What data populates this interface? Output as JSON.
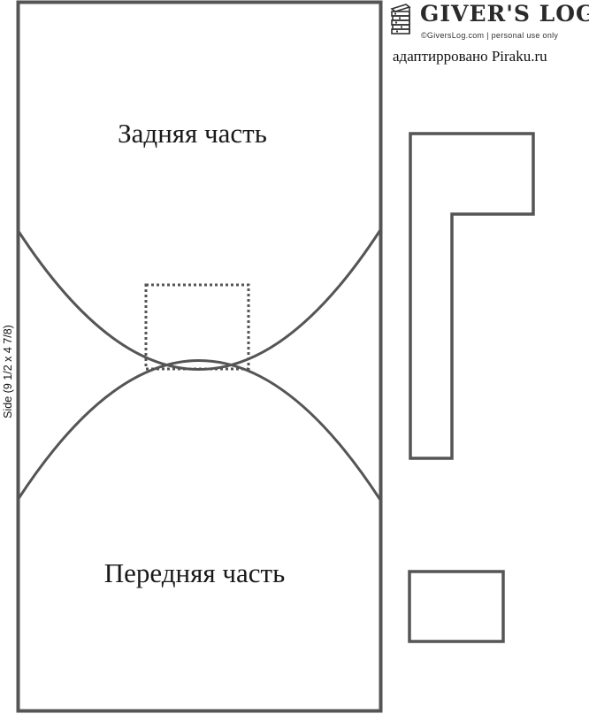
{
  "brand": {
    "name": "GIVER'S LOG",
    "tagline": "©GiversLog.com | personal use only"
  },
  "adapted_by": "адаптирровано Piraku.ru",
  "template": {
    "side_label": "Side (9 1/2  x 4 7/8)",
    "back_label": "Задняя часть",
    "front_label": "Передняя часть"
  },
  "colors": {
    "outline": "#555555",
    "text": "#1a1a1a"
  }
}
